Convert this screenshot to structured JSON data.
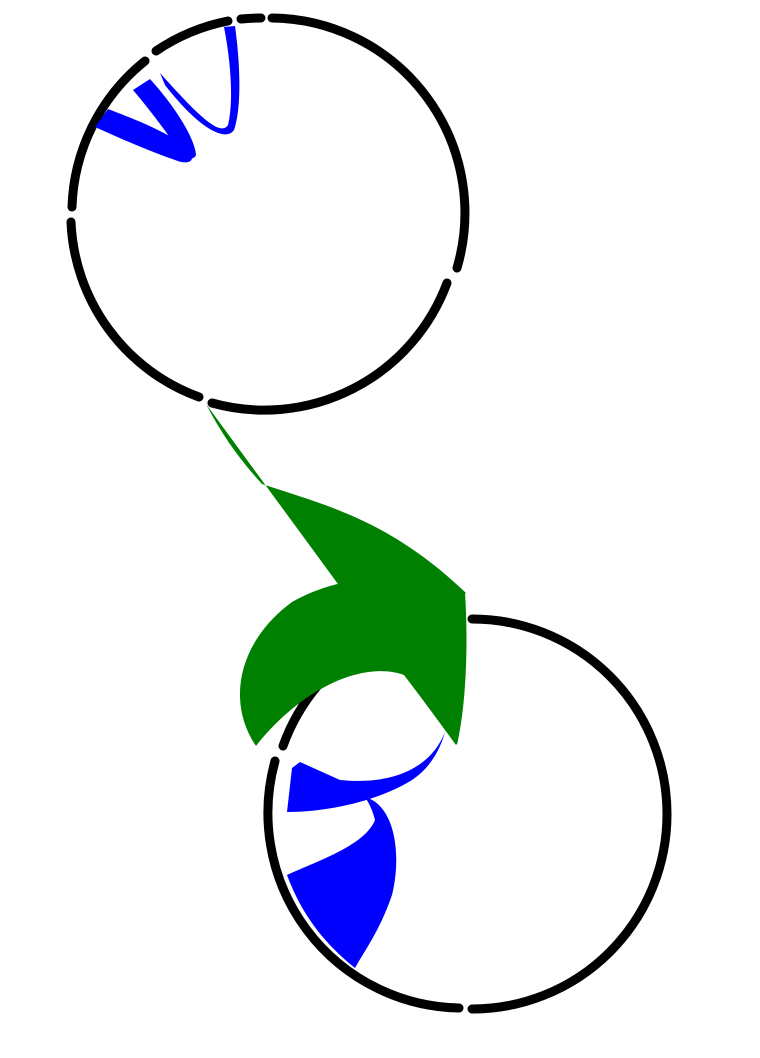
{
  "colors": {
    "background": "#ffffff",
    "ring": "#000000",
    "intra_link": "#0000ff",
    "inter_link": "#008000"
  },
  "chart_data": {
    "type": "chord-diagram",
    "title": "",
    "circles": [
      {
        "id": "top-circle",
        "segments": 6
      },
      {
        "id": "bottom-circle",
        "segments": 4
      }
    ],
    "links": [
      {
        "kind": "intra",
        "circle": "top-circle",
        "count": 2,
        "color": "#0000ff"
      },
      {
        "kind": "intra",
        "circle": "bottom-circle",
        "count": 2,
        "color": "#0000ff"
      },
      {
        "kind": "inter",
        "from": "top-circle",
        "to": "bottom-circle",
        "count": 2,
        "color": "#008000"
      }
    ]
  }
}
